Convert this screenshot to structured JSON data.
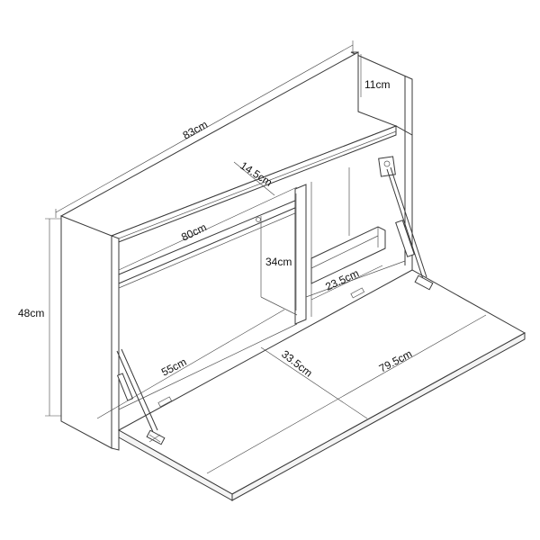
{
  "diagram": {
    "subject": "wall-mounted fold-down desk",
    "style": "isometric line drawing",
    "colors": {
      "line": "#3a3a3a",
      "background": "#ffffff",
      "text": "#111111"
    },
    "dimensions": {
      "total_width": "83cm",
      "top_shelf_height": "11cm",
      "shelf_depth": "14.5cm",
      "inner_width": "80cm",
      "compartment_height": "34cm",
      "total_height": "48cm",
      "small_shelf_width": "23.5cm",
      "desk_depth_inner": "55cm",
      "desk_depth": "33.5cm",
      "desk_width": "79.5cm"
    },
    "components": [
      "side panels",
      "top shelf",
      "middle shelf",
      "vertical divider",
      "drop-down desk top",
      "gas struts",
      "hinges",
      "small rail"
    ]
  }
}
